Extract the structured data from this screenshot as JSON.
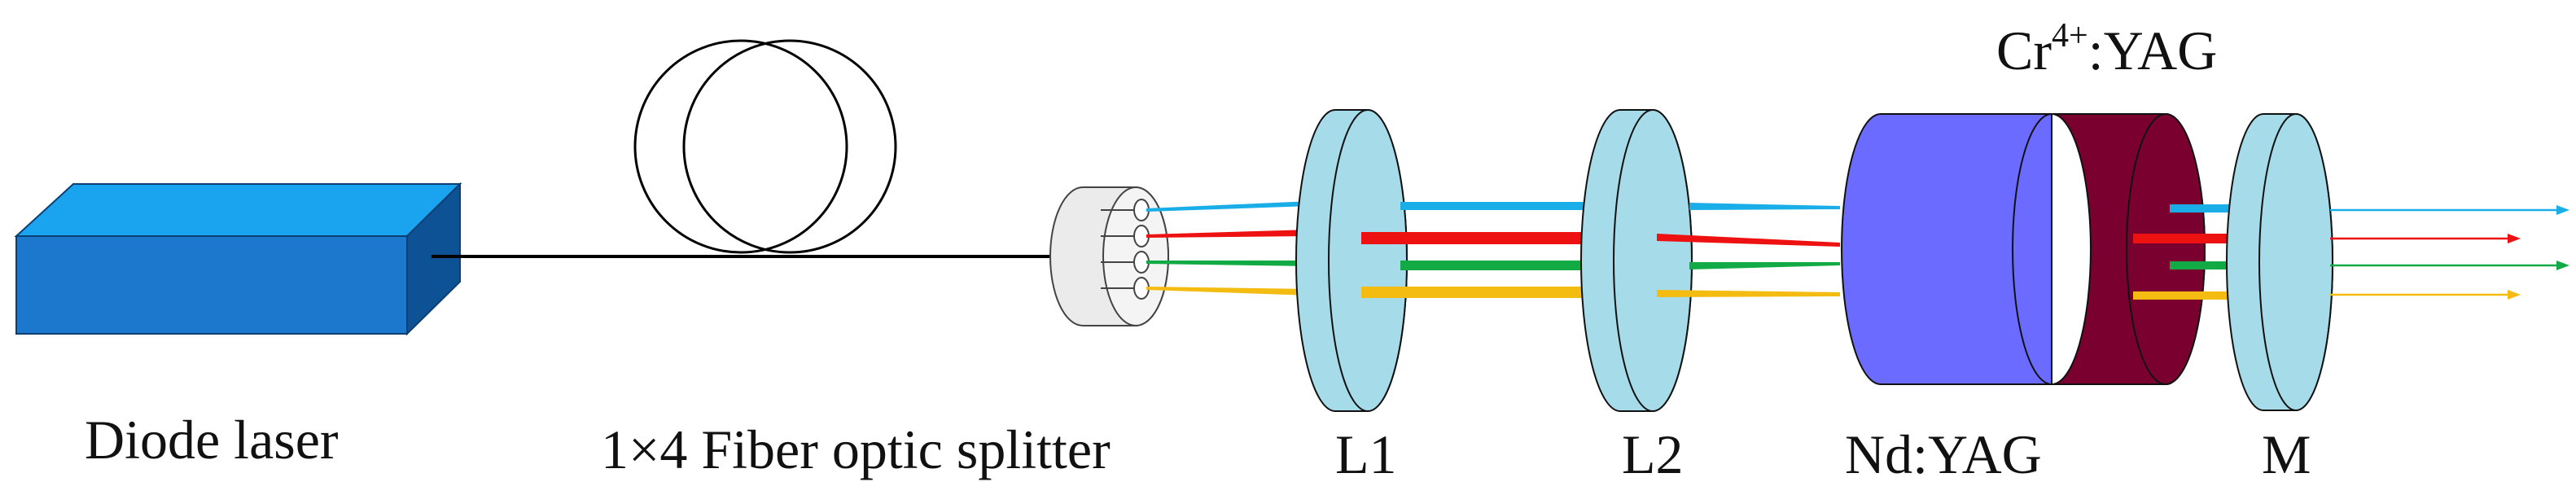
{
  "labels": {
    "diode_laser": "Diode laser",
    "splitter": "1×4 Fiber optic splitter",
    "lens1": "L1",
    "lens2": "L2",
    "gain_medium": "Nd:YAG",
    "mirror": "M",
    "saturable_absorber_base": "Cr",
    "saturable_absorber_sup": "4+",
    "saturable_absorber_rest": ":YAG"
  },
  "colors": {
    "laser_top": "#1AA4F0",
    "laser_front": "#1B78CC",
    "laser_side": "#0E5296",
    "lens": "#A6DCE9",
    "ndyag": "#6B6BFF",
    "cryag": "#7A0030",
    "beams": [
      "#1AAEE8",
      "#EE1111",
      "#11AA44",
      "#F4BB11"
    ]
  }
}
